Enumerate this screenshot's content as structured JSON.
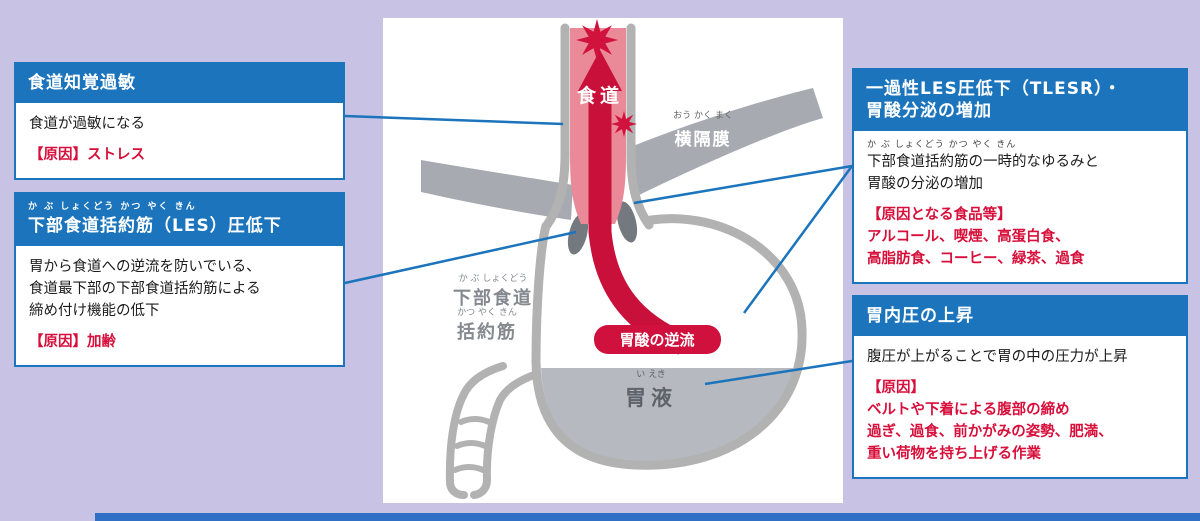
{
  "page": {
    "background": "#c8c2e4",
    "accent_blue": "#1b74bc",
    "accent_red": "#d70f3a"
  },
  "callouts": [
    {
      "title": "食道知覚過敏",
      "body": [
        "食道が過敏になる"
      ],
      "cause": "【原因】ストレス"
    },
    {
      "title_furigana": "か ぶ しょくどう かつ やく きん",
      "title": "下部食道括約筋（LES）圧低下",
      "body": [
        "胃から食道への逆流を防いでいる、",
        "食道最下部の下部食道括約筋による",
        "締め付け機能の低下"
      ],
      "cause": "【原因】加齢"
    },
    {
      "title_lines": [
        "一過性LES圧低下（TLESR）・",
        "胃酸分泌の増加"
      ],
      "body_furigana": "か ぶ しょくどう かつ やく きん",
      "body": [
        "下部食道括約筋の一時的なゆるみと",
        "胃酸の分泌の増加"
      ],
      "cause_heading": "【原因となる食品等】",
      "cause_lines": [
        "アルコール、喫煙、高蛋白食、",
        "高脂肪食、コーヒー、緑茶、過食"
      ]
    },
    {
      "title": "胃内圧の上昇",
      "body": [
        "腹圧が上がることで胃の中の圧力が上昇"
      ],
      "cause_heading": "【原因】",
      "cause_lines": [
        "ベルトや下着による腹部の締め",
        "過ぎ、過食、前かがみの姿勢、肥満、",
        "重い荷物を持ち上げる作業"
      ]
    }
  ],
  "diagram": {
    "esophagus_label": "食道",
    "diaphragm_furigana": "おう かく まく",
    "diaphragm_label": "横隔膜",
    "les_furigana_top": "か ぶ しょくどう",
    "les_label_top": "下部食道",
    "les_furigana_bottom": "かつ やく きん",
    "les_label_bottom": "括約筋",
    "reflux_badge": "胃酸の逆流",
    "gastric_furigana": "い えき",
    "gastric_label": "胃液"
  }
}
